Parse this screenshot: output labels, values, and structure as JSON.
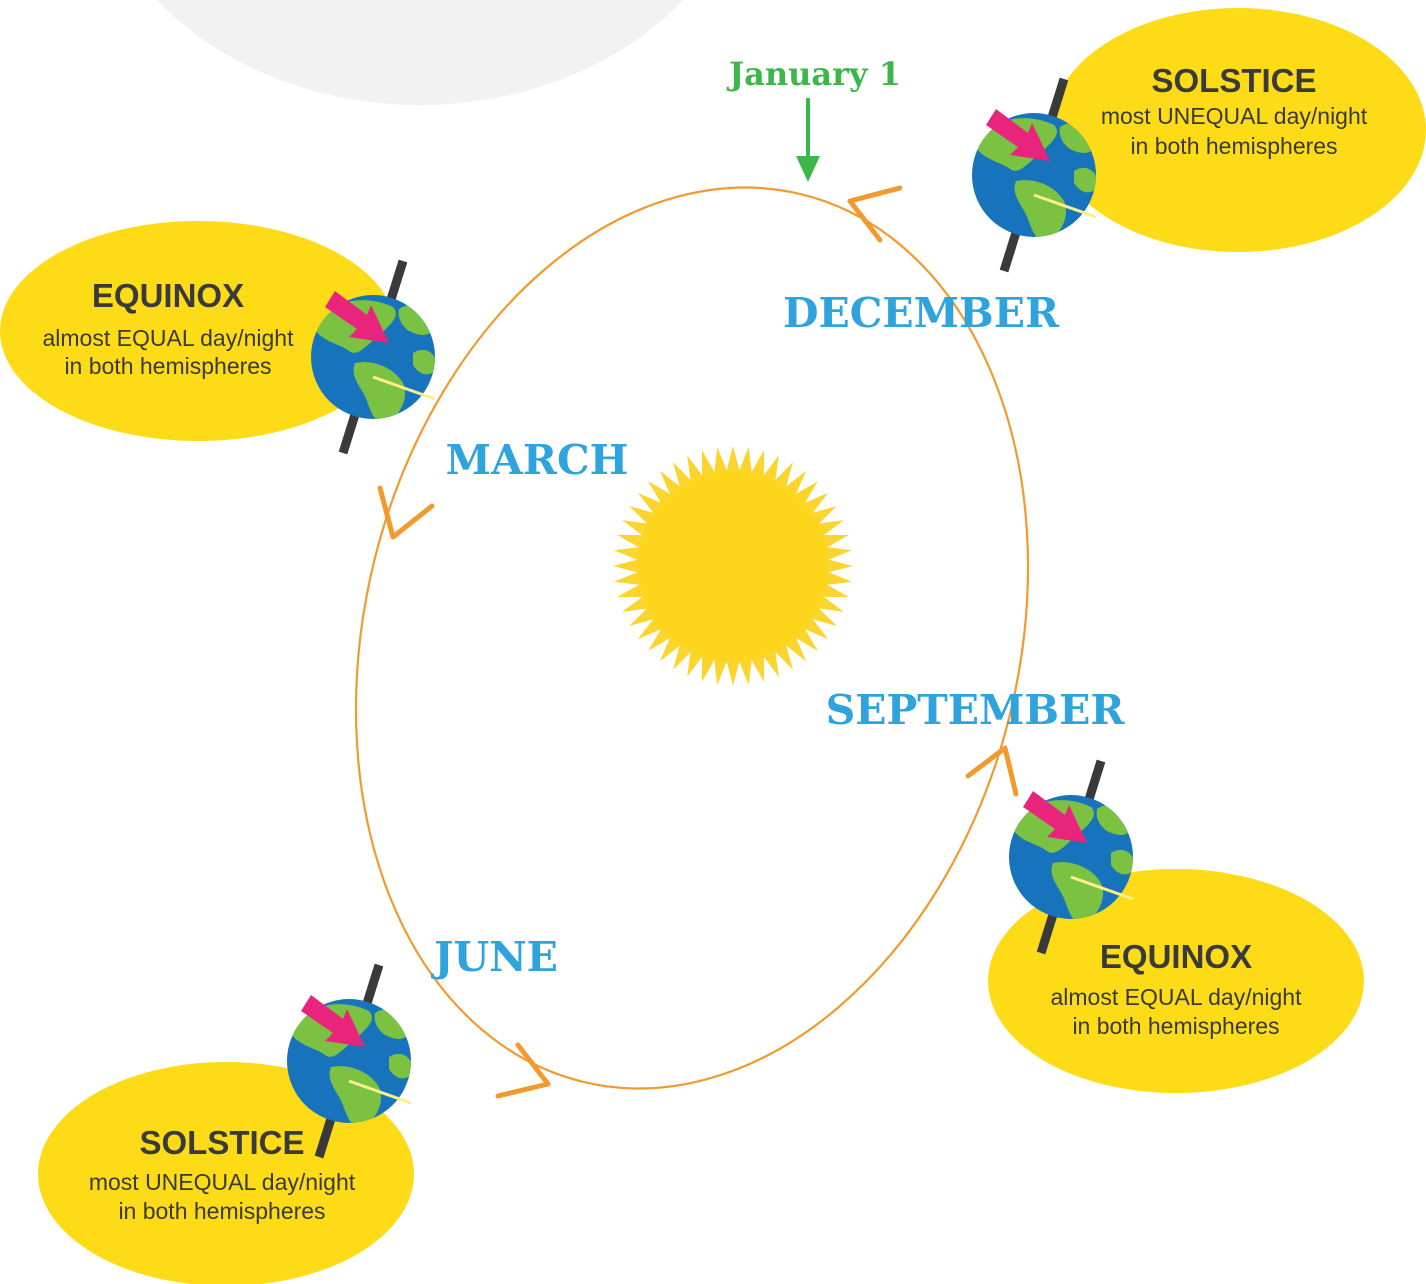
{
  "colors": {
    "orbit": "#f29a2e",
    "month_label": "#2ea3dc",
    "january": "#3db64a",
    "bubble": "#fddc17",
    "bubble_text": "#3a3a3a",
    "sun": "#fdd51a",
    "sun_rays": "#fcd42e",
    "earth_ocean": "#1673bc",
    "earth_land": "#7cc242",
    "sunlight_arrow": "#e8247d",
    "axis": "#3a3a3a",
    "backdrop": "#f2f2f2"
  },
  "icons": {
    "sun": "sun-icon",
    "earth": "earth-globe-icon",
    "direction": "orbit-direction-arrow-icon",
    "marker": "down-arrow-icon"
  },
  "labels": {
    "january": "January 1",
    "december": "DECEMBER",
    "march": "MARCH",
    "june": "JUNE",
    "september": "SEPTEMBER"
  },
  "events": {
    "solstice_top": {
      "title": "SOLSTICE",
      "line1": "most UNEQUAL day/night",
      "line2": "in both hemispheres"
    },
    "equinox_left": {
      "title": "EQUINOX",
      "line1": "almost EQUAL day/night",
      "line2": "in both hemispheres"
    },
    "equinox_right": {
      "title": "EQUINOX",
      "line1": "almost EQUAL day/night",
      "line2": "in both hemispheres"
    },
    "solstice_bottom": {
      "title": "SOLSTICE",
      "line1": "most UNEQUAL day/night",
      "line2": "in both hemispheres"
    }
  }
}
